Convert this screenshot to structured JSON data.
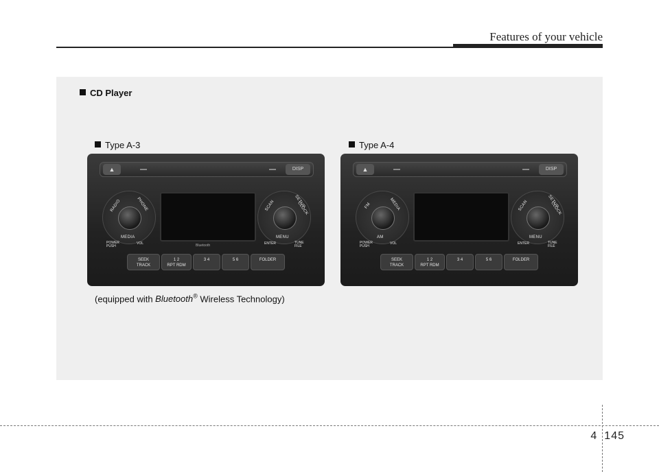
{
  "header": {
    "title": "Features of your vehicle"
  },
  "section": {
    "title": "CD Player"
  },
  "types": [
    {
      "label": "Type A-3"
    },
    {
      "label": "Type A-4"
    }
  ],
  "caption": {
    "prefix": "(equipped with ",
    "brand": "Bluetooth",
    "reg": "®",
    "suffix": " Wireless Technology)"
  },
  "radio_a3": {
    "eject": "▲",
    "disp": "DISP",
    "left_knob": [
      "RADIO",
      "PHONE",
      "MEDIA"
    ],
    "right_knob": [
      "SCAN",
      "SETUP",
      "CLOCK",
      "MENU"
    ],
    "power": "POWER",
    "push": "PUSH",
    "vol": "VOL",
    "enter": "ENTER",
    "tune": "TUNE",
    "file": "FILE",
    "bt_logo": "Bluetooth",
    "buttons": {
      "seek": "SEEK",
      "track": "TRACK",
      "b1": "1",
      "rpt": "RPT",
      "b2": "2",
      "rdm": "RDM",
      "b3": "3",
      "b4": "4",
      "b5": "5",
      "b6": "6",
      "folder": "FOLDER"
    }
  },
  "radio_a4": {
    "eject": "▲",
    "disp": "DISP",
    "left_knob": [
      "FM",
      "MEDIA",
      "AM"
    ],
    "right_knob": [
      "SCAN",
      "SETUP",
      "CLOCK",
      "MENU"
    ],
    "power": "POWER",
    "push": "PUSH",
    "vol": "VOL",
    "enter": "ENTER",
    "tune": "TUNE",
    "file": "FILE",
    "buttons": {
      "seek": "SEEK",
      "track": "TRACK",
      "b1": "1",
      "rpt": "RPT",
      "b2": "2",
      "rdm": "RDM",
      "b3": "3",
      "b4": "4",
      "b5": "5",
      "b6": "6",
      "folder": "FOLDER"
    }
  },
  "footer": {
    "chapter": "4",
    "page": "145"
  }
}
